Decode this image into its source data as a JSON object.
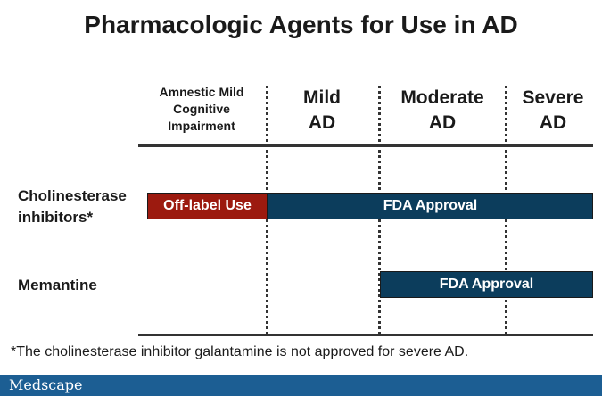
{
  "title": "Pharmacologic Agents for Use in AD",
  "stages": [
    {
      "label_lines": [
        "Amnestic Mild",
        "Cognitive",
        "Impairment"
      ]
    },
    {
      "label_lines": [
        "Mild",
        "AD"
      ]
    },
    {
      "label_lines": [
        "Moderate",
        "AD"
      ]
    },
    {
      "label_lines": [
        "Severe",
        "AD"
      ]
    }
  ],
  "rows": [
    {
      "label_lines": [
        "Cholinesterase",
        "inhibitors*"
      ]
    },
    {
      "label_lines": [
        "Memantine"
      ]
    }
  ],
  "bars": [
    {
      "label": "Off-label Use",
      "color": "#9c1a0f"
    },
    {
      "label": "FDA Approval",
      "color": "#0c3d5c"
    },
    {
      "label": "FDA Approval",
      "color": "#0c3d5c"
    }
  ],
  "footnote": "*The cholinesterase inhibitor galantamine is not approved for severe AD.",
  "logo": "Medscape",
  "colors": {
    "footer": "#1c5e93",
    "lines": "#333333"
  }
}
